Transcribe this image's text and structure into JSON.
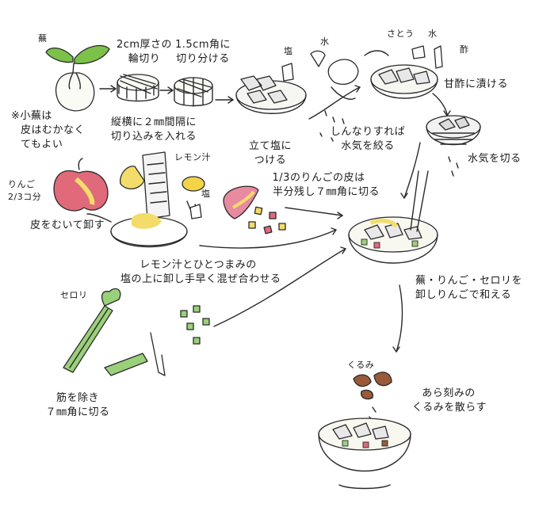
{
  "labels": {
    "turnip": "蕪",
    "turnip_note": [
      "※小蕪は",
      "皮はむかなく",
      "てもよい"
    ],
    "slice_2cm": [
      "2cm厚さの",
      "輪切り"
    ],
    "cut_15cm": [
      "1.5cm角に",
      "切り分ける"
    ],
    "score_cuts": [
      "縦横に２㎜間隔に",
      "切り込みを入れる"
    ],
    "salt": "塩",
    "water": "水",
    "stand_salt": [
      "立て塩に",
      "つける"
    ],
    "squeeze": [
      "しんなりすれば",
      "水気を絞る"
    ],
    "sugar": "さとう",
    "water2": "水",
    "vinegar": "酢",
    "sweet_vinegar": "甘酢に漬ける",
    "drain": "水気を切る",
    "apple": [
      "りんご",
      "2/3コ分"
    ],
    "peel_grate": "皮をむいて卸す",
    "lemon_juice": "レモン汁",
    "salt2": "塩",
    "apple_skin": [
      "1/3のりんごの皮は",
      "半分残し７㎜角に切る"
    ],
    "mix": [
      "レモン汁とひとつまみの",
      "塩の上に卸し手早く混ぜ合わせる"
    ],
    "combine": [
      "蕪・りんご・セロリを",
      "卸しりんごで和える"
    ],
    "celery": "セロリ",
    "celery_cut": [
      "筋を除き",
      "７㎜角に切る"
    ],
    "walnut": "くるみ",
    "walnut_sprinkle": [
      "あら刻みの",
      "くるみを散らす"
    ]
  },
  "colors": {
    "leaf_green": "#7cc24a",
    "apple_red": "#e06a7a",
    "apple_yellow": "#f3dc6a",
    "celery_green": "#9ad07a",
    "lemon": "#f4d447",
    "walnut_brown": "#9a5a3a",
    "skin_pink": "#e88aa0"
  }
}
